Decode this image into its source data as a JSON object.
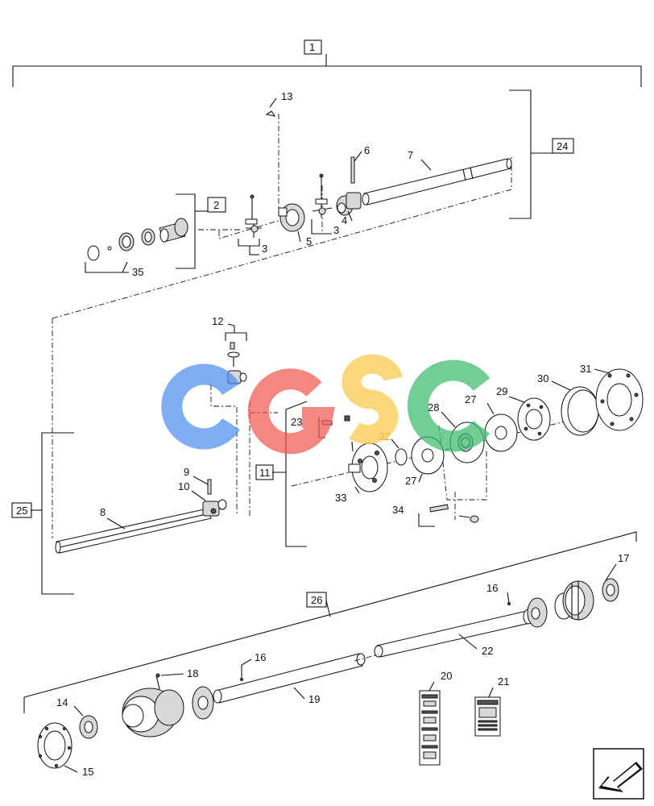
{
  "diagram": {
    "boxed_callouts": [
      "1",
      "2",
      "24",
      "11",
      "25",
      "26"
    ],
    "callouts": [
      "13",
      "7",
      "6",
      "4",
      "3",
      "3",
      "5",
      "35",
      "12",
      "9",
      "10",
      "8",
      "23",
      "32",
      "33",
      "34",
      "27",
      "28",
      "27",
      "29",
      "30",
      "31",
      "16",
      "17",
      "22",
      "16",
      "18",
      "19",
      "14",
      "15",
      "20",
      "21"
    ]
  },
  "watermark": {
    "letters": [
      "C",
      "G",
      "S",
      "C"
    ],
    "colors": [
      "#4f8ef0",
      "#f05a4f",
      "#f7c948",
      "#3dba6e"
    ]
  },
  "nav_arrow": {
    "icon": "return-arrow-icon"
  }
}
